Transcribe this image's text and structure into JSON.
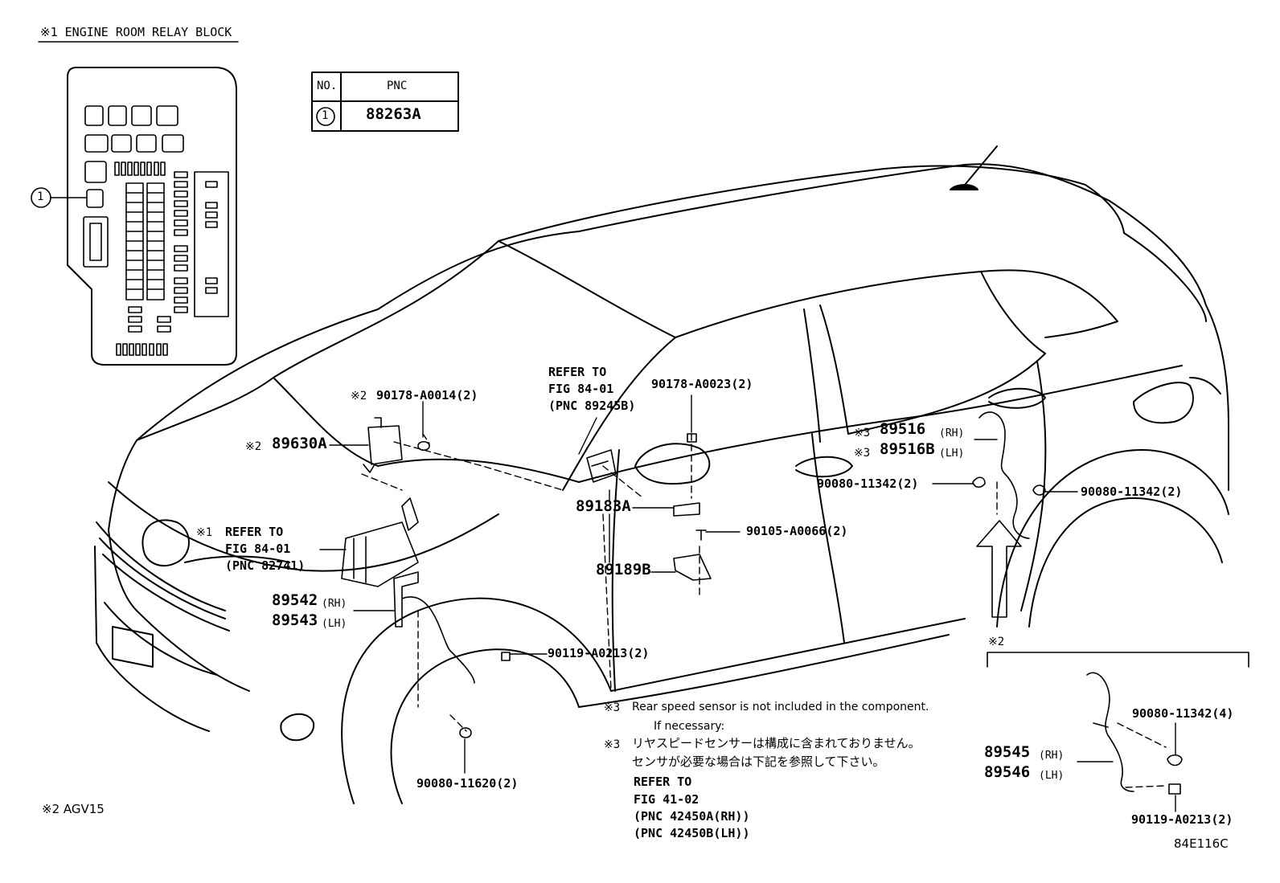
{
  "header": {
    "relay_block_title": "※1 ENGINE ROOM RELAY BLOCK",
    "agv_note": "※2 AGV15",
    "figure_code": "84E116C"
  },
  "table": {
    "col_no": "NO.",
    "col_pnc": "PNC",
    "row_no": "1",
    "row_pnc": "88263A"
  },
  "callout_1": "1",
  "labels": {
    "refer_84_01_a": [
      "REFER TO",
      "FIG 84-01",
      "(PNC 89245B)"
    ],
    "bolt_a0023": "90178-A0023(2)",
    "bolt_a0014_mark": "※2",
    "bolt_a0014": "90178-A0014(2)",
    "part_89630a_mark": "※2",
    "part_89630a": "89630A",
    "refer_84_01_b_mark": "※1",
    "refer_84_01_b": [
      "REFER TO",
      "FIG 84-01",
      "(PNC 82741)"
    ],
    "part_89542": "89542",
    "part_89543": "89543",
    "rh": "(RH)",
    "lh": "(LH)",
    "part_89183a": "89183A",
    "part_89189b": "89189B",
    "bolt_a0066": "90105-A0066(2)",
    "bolt_a0213_front": "90119-A0213(2)",
    "bolt_11620": "90080-11620(2)",
    "part_89516_mark": "※3",
    "part_89516": "89516",
    "part_89516b_mark": "※3",
    "part_89516b": "89516B",
    "bolt_11342_left": "90080-11342(2)",
    "bolt_11342_right": "90080-11342(2)",
    "agv_mark": "※2",
    "bolt_11342_4": "90080-11342(4)",
    "part_89545": "89545",
    "part_89546": "89546",
    "bolt_a0213_rear": "90119-A0213(2)"
  },
  "notes": {
    "mark": "※3",
    "en_line1": "Rear speed sensor is not included in the component.",
    "en_line2": "If necessary:",
    "jp_line1": "リヤスピードセンサーは構成に含まれておりません。",
    "jp_line2": "センサが必要な場合は下記を参照して下さい。",
    "refer": [
      "REFER TO",
      "FIG 41-02",
      "(PNC 42450A(RH))",
      "(PNC 42450B(LH))"
    ]
  }
}
